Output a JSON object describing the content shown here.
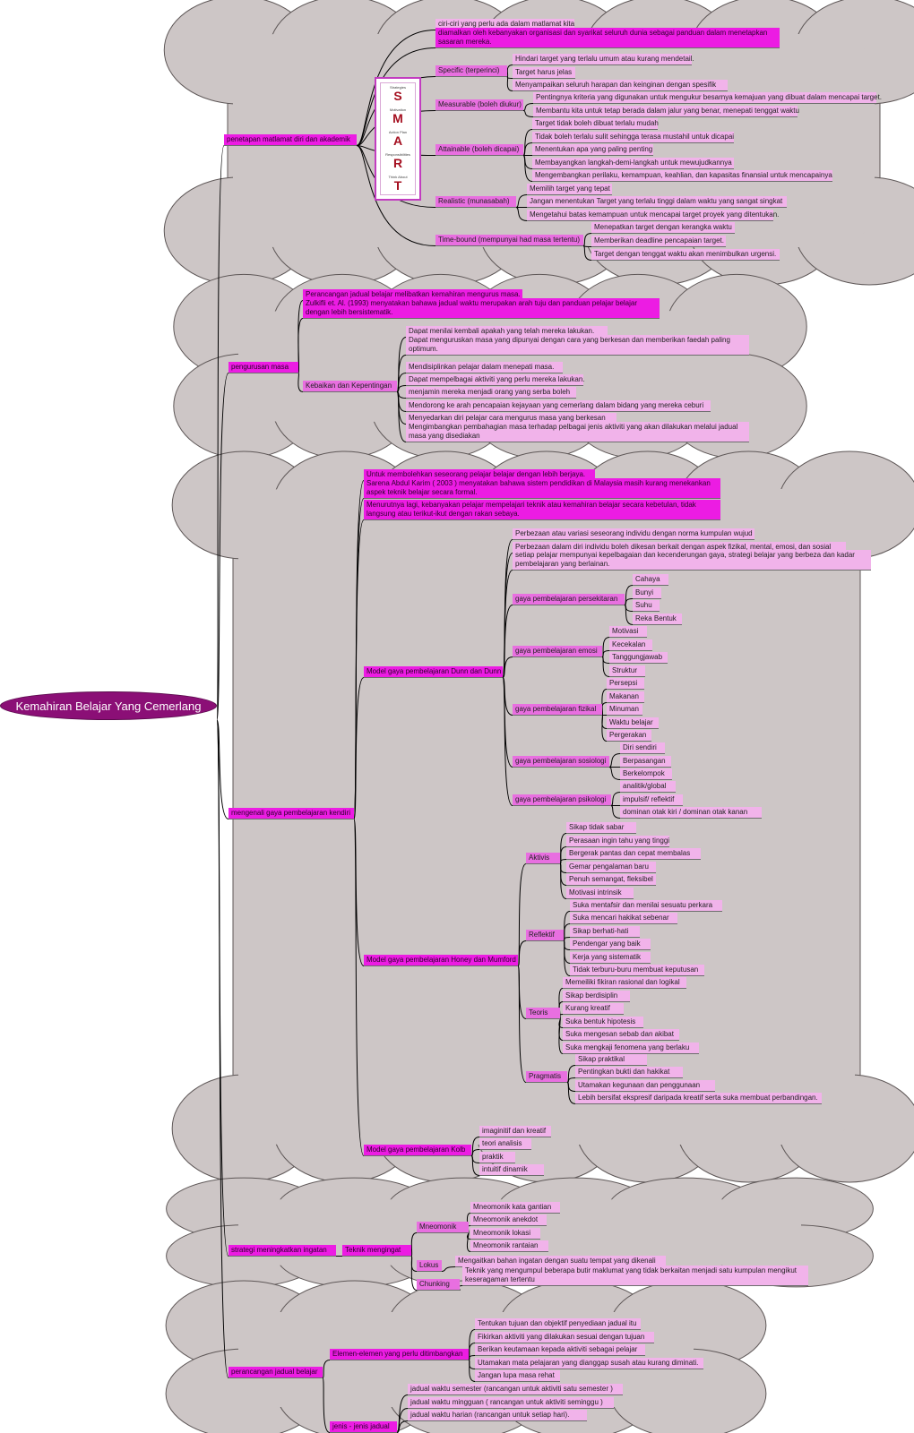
{
  "root": "Kemahiran Belajar Yang Cemerlang",
  "smart": {
    "letters": [
      "S",
      "M",
      "A",
      "R",
      "T"
    ],
    "words": [
      "Strategies",
      "Motivation",
      "Action Plan",
      "Responsibilities",
      "Think About"
    ]
  },
  "branches": {
    "b1": {
      "label": "penetapan matlamat diri dan akademik",
      "intro1": "ciri-ciri yang perlu ada dalam matlamat kita",
      "intro2": "diamalkan oleh kebanyakan organisasi dan syarikat seluruh dunia sebagai panduan dalam menetapkan sasaran mereka.",
      "specific": {
        "label": "Specific (terperinci)",
        "items": [
          "Hindari target yang terlalu umum atau kurang mendetail.",
          "Target harus jelas",
          "Menyampaikan seluruh harapan dan keinginan dengan spesifik"
        ]
      },
      "measurable": {
        "label": "Measurable (boleh diukur)",
        "items": [
          "Pentingnya kriteria yang digunakan untuk mengukur besarnya kemajuan yang dibuat dalam mencapai target.",
          "Membantu kita untuk tetap berada dalam jalur yang benar, menepati tenggat waktu"
        ]
      },
      "attainable": {
        "label": "Attainable (boleh dicapai)",
        "items": [
          "Target tidak boleh dibuat terlalu mudah",
          "Tidak boleh terlalu sulit sehingga terasa mustahil untuk dicapai",
          "Menentukan apa yang paling penting",
          "Membayangkan langkah-demi-langkah untuk mewujudkannya",
          "Mengembangkan perilaku, kemampuan, keahlian, dan kapasitas finansial untuk mencapainya"
        ]
      },
      "realistic": {
        "label": "Realistic (munasabah)",
        "items": [
          "Memilih target yang tepat",
          "Jangan menentukan Target yang terlalu tinggi dalam waktu yang sangat singkat",
          "Mengetahui batas kemampuan untuk mencapai target proyek yang ditentukan."
        ]
      },
      "timebound": {
        "label": "Time-bound (mempunyai had masa tertentu)",
        "items": [
          "Menepatkan target dengan kerangka waktu",
          "Memberikan deadline pencapaian target.",
          "Target dengan tenggat waktu akan menimbulkan urgensi."
        ]
      }
    },
    "b2": {
      "label": "pengurusan masa",
      "intro1": "Perancangan jadual belajar melibatkan kemahiran mengurus masa.",
      "intro2": "Zulkifli et. Al. (1993) menyatakan bahawa jadual waktu merupakan arah tuju dan panduan pelajar belajar dengan lebih bersistematik.",
      "kebaikan": {
        "label": "Kebaikan dan Kepentingan",
        "items": [
          "Dapat menilai kembali apakah yang telah mereka lakukan.",
          "Dapat menguruskan masa yang dipunyai dengan cara yang berkesan dan memberikan faedah paling optimum.",
          "Mendisiplinkan pelajar dalam menepati masa.",
          "Dapat mempelbagai aktiviti yang perlu mereka lakukan.",
          "menjamin mereka menjadi orang yang serba boleh",
          "Mendorong ke arah pencapaian kejayaan yang cemerlang dalam bidang yang mereka ceburi",
          "Menyedarkan diri pelajar cara mengurus masa yang berkesan",
          "Mengimbangkan pembahagian masa terhadap pelbagai jenis aktiviti yang akan dilakukan melalui jadual masa yang disediakan"
        ]
      }
    },
    "b3": {
      "label": "mengenali gaya pembelajaran kendiri",
      "intro1": "Untuk membolehkan seseorang pelajar belajar dengan lebih berjaya.",
      "intro2": "Sarena Abdul Karim ( 2003 ) menyatakan bahawa sistem pendidikan di Malaysia masih kurang menekankan aspek teknik belajar secara formal.",
      "intro3": "Menurutnya lagi, kebanyakan pelajar mempelajari teknik atau kemahiran belajar secara kebetulan, tidak langsung atau terikut-ikut dengan rakan sebaya.",
      "dunn": {
        "label": "Model gaya pembelajaran Dunn dan Dunn",
        "top": [
          "Perbezaan atau variasi seseorang individu dengan norma kumpulan wujud",
          "Perbezaan dalam diri individu boleh dikesan berkait dengan aspek fizikal, mental, emosi, dan sosial",
          "setiap pelajar mempunyai kepelbagaian dan kecenderungan gaya, strategi belajar yang berbeza dan kadar pembelajaran yang berlainan."
        ],
        "persekitaran": {
          "label": "gaya pembelajaran persekitaran",
          "items": [
            "Cahaya",
            "Bunyi",
            "Suhu",
            "Reka Bentuk"
          ]
        },
        "emosi": {
          "label": "gaya pembelajaran emosi",
          "items": [
            "Motivasi",
            "Kecekalan",
            "Tanggungjawab",
            "Struktur"
          ]
        },
        "fizikal": {
          "label": "gaya pembelajaran fizikal",
          "items": [
            "Persepsi",
            "Makanan",
            "Minuman",
            "Waktu belajar",
            "Pergerakan"
          ]
        },
        "sosiologi": {
          "label": "gaya pembelajaran sosiologi",
          "items": [
            "Diri sendiri",
            "Berpasangan",
            "Berkelompok"
          ]
        },
        "psikologi": {
          "label": "gaya pembelajaran psikologi",
          "items": [
            "analitik/global",
            "impulsif/ reflektif",
            "dominan otak kiri / dominan otak kanan"
          ]
        }
      },
      "honey": {
        "label": "Model gaya pembelajaran Honey dan Mumford",
        "aktivis": {
          "label": "Aktivis",
          "items": [
            "Sikap tidak sabar",
            "Perasaan ingin tahu yang tinggi",
            "Bergerak pantas dan cepat membalas",
            "Gemar pengalaman baru",
            "Penuh semangat, fleksibel",
            "Motivasi intrinsik"
          ]
        },
        "reflektif": {
          "label": "Reflektif",
          "items": [
            "Suka mentafsir dan menilai sesuatu perkara",
            "Suka mencari hakikat sebenar",
            "Sikap berhati-hati",
            "Pendengar yang baik",
            "Kerja yang sistematik",
            "Tidak terburu-buru membuat keputusan"
          ]
        },
        "teoris": {
          "label": "Teoris",
          "items": [
            "Memeiliki fikiran rasional dan logikal",
            "Sikap berdisiplin",
            "Kurang kreatif",
            "Suka bentuk hipotesis",
            "Suka mengesan sebab dan akibat",
            "Suka mengkaji fenomena yang berlaku"
          ]
        },
        "pragmatis": {
          "label": "Pragmatis",
          "items": [
            "Sikap praktikal",
            "Pentingkan bukti dan hakikat",
            "Utamakan kegunaan dan penggunaan",
            "Lebih bersifat ekspresif daripada kreatif serta suka membuat perbandingan."
          ]
        }
      },
      "kolb": {
        "label": "Model gaya pembelajaran Kolb",
        "items": [
          "imaginitif dan kreatif",
          "teori analisis",
          "praktik",
          "intuitif dinamik"
        ]
      }
    },
    "b4": {
      "label": "strategi meningkatkan ingatan",
      "teknik": "Teknik mengingat",
      "mneomonik": {
        "label": "Mneomonik",
        "items": [
          "Mneomonik kata gantian",
          "Mneomonik anekdot",
          "Mneomonik lokasi",
          "Mneomonik rantaian"
        ]
      },
      "lokus": {
        "label": "Lokus",
        "item": "Mengaitkan bahan ingatan dengan suatu tempat yang dikenali"
      },
      "chunking": {
        "label": "Chunking",
        "item": "Teknik yang mengumpul beberapa butir maklumat yang tidak berkaitan menjadi satu kumpulan mengikut keseragaman tertentu"
      }
    },
    "b5": {
      "label": "perancangan jadual belajar",
      "elemen": {
        "label": "Elemen-elemen yang perlu ditimbangkan",
        "items": [
          "Tentukan tujuan dan objektif penyediaan jadual itu",
          "Fikirkan aktiviti yang dilakukan sesuai dengan tujuan",
          "Berikan keutamaan kepada aktiviti sebagai pelajar",
          "Utamakan mata pelajaran yang dianggap susah atau kurang diminati.",
          "Jangan lupa masa rehat"
        ]
      },
      "jenis": {
        "label": "jenis - jenis jadual",
        "items": [
          "jadual waktu semester (rancangan untuk aktiviti satu semester )",
          "jadual waktu mingguan ( rancangan untuk aktiviti seminggu )",
          "jadual waktu harian (rancangan untuk setiap hari)."
        ]
      }
    }
  }
}
